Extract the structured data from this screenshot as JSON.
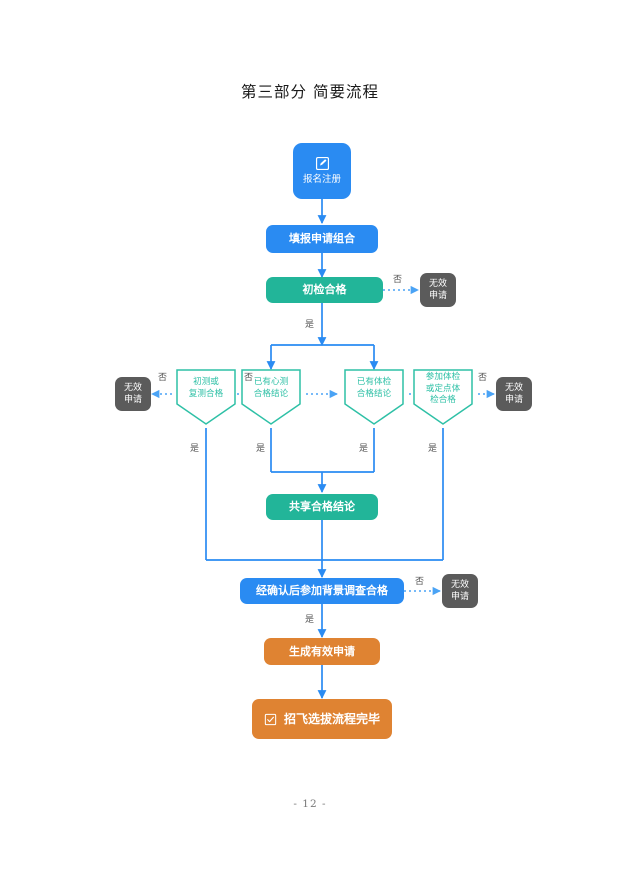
{
  "document": {
    "title": "第三部分  简要流程",
    "page_number": "- 12 -"
  },
  "labels": {
    "yes": "是",
    "no": "否"
  },
  "colors": {
    "blue": "#2a8bf2",
    "teal": "#22b599",
    "pentagon_stroke": "#2ec0a6",
    "orange": "#df8332",
    "gray": "#5b5b5b",
    "wire_blue": "#2a8bf2",
    "wire_dotted": "#4aa3f5"
  },
  "flow": {
    "start": {
      "label": "报名注册",
      "icon": "edit-square-icon"
    },
    "apply": {
      "label": "填报申请组合"
    },
    "initial_check": {
      "label": "初检合格",
      "no_label": "否",
      "yes_label": "是"
    },
    "decisions": [
      {
        "label_line1": "初测或",
        "label_line2": "复测合格",
        "label_line3": "",
        "no_label": "否",
        "yes_label": "是"
      },
      {
        "label_line1": "已有心测",
        "label_line2": "合格结论",
        "label_line3": "",
        "no_label": "否",
        "yes_label": "是"
      },
      {
        "label_line1": "已有体检",
        "label_line2": "合格结论",
        "label_line3": "",
        "no_label": "否",
        "yes_label": "是"
      },
      {
        "label_line1": "参加体检",
        "label_line2": "或定点体",
        "label_line3": "检合格",
        "no_label": "否",
        "yes_label": "是"
      }
    ],
    "rejects": [
      {
        "line1": "无效",
        "line2": "申请"
      },
      {
        "line1": "无效",
        "line2": "申请"
      },
      {
        "line1": "无效",
        "line2": "申请"
      },
      {
        "line1": "无效",
        "line2": "申请"
      }
    ],
    "share": {
      "label": "共享合格结论"
    },
    "background_check": {
      "label": "经确认后参加背景调查合格",
      "no_label": "否",
      "yes_label": "是"
    },
    "generate": {
      "label": "生成有效申请"
    },
    "finish": {
      "label": "招飞选拔流程完毕",
      "icon": "checkbox-checked-icon"
    }
  }
}
